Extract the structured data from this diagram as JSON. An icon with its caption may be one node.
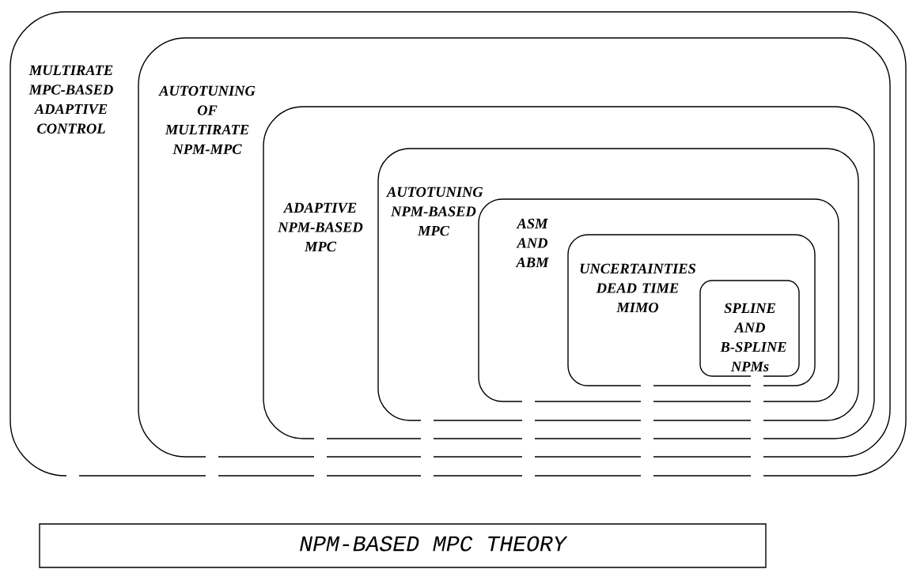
{
  "diagram": {
    "nodes": [
      {
        "text": [
          "MULTIRATE MPC-BASED ADAPTIVE CONTROL"
        ]
      },
      {
        "text": [
          "AUTOTUNING OF MULTIRATE NPM-MPC"
        ],
        "in": 0
      },
      {
        "text": [
          "ADAPTIVE NPM-BASED MPC"
        ],
        "in": 1
      },
      {
        "text": [
          "AUTOTUNING NPM-BASED MPC"
        ],
        "in": 2
      },
      {
        "text": [
          "ASM AND ABM"
        ],
        "in": 3
      },
      {
        "text": [
          "UNCERTAINTIES DEAD TIME MIMO"
        ],
        "in": 4
      },
      {
        "text": [
          "SPLINE AND B-SPLINE NPMs"
        ],
        "in": 5
      },
      {
        "text": [
          "NPM-BASED MPC THEORY"
        ]
      }
    ]
  }
}
